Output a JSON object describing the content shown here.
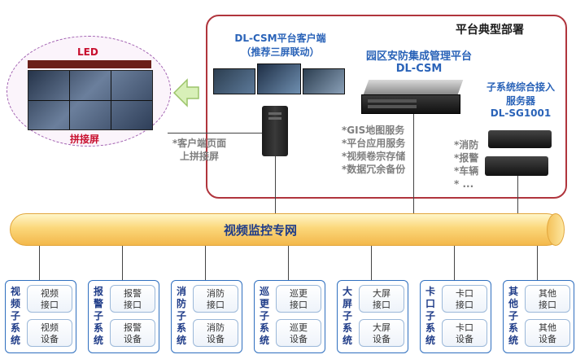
{
  "platform": {
    "title": "平台典型部署",
    "client_title_1": "DL-CSM平台客户端",
    "client_title_2": "（推荐三屏联动）",
    "csm_title_1": "园区安防集成管理平台",
    "csm_title_2": "DL-CSM",
    "csm_features": [
      "*GIS地图服务",
      "*平台应用服务",
      "*视频卷宗存储",
      "*数据冗余备份"
    ],
    "sg_title_1": "子系统综合接入",
    "sg_title_2": "服务器",
    "sg_title_3": "DL-SG1001",
    "sg_features": [
      "*消防",
      "*报警",
      "*车辆",
      "* ..."
    ]
  },
  "led": {
    "label": "LED",
    "wall_label": "拼接屏"
  },
  "client_note": [
    "*客户端页面",
    "上拼接屏"
  ],
  "network": {
    "label": "视频监控专网"
  },
  "subsystems": [
    {
      "name": "视频子系统",
      "items": [
        "视频\n接口",
        "视频\n设备"
      ]
    },
    {
      "name": "报警子系统",
      "items": [
        "报警\n接口",
        "报警\n设备"
      ]
    },
    {
      "name": "消防子系统",
      "items": [
        "消防\n接口",
        "消防\n设备"
      ]
    },
    {
      "name": "巡更子系统",
      "items": [
        "巡更\n接口",
        "巡更\n设备"
      ]
    },
    {
      "name": "大屏子系统",
      "items": [
        "大屏\n接口",
        "大屏\n设备"
      ]
    },
    {
      "name": "卡口子系统",
      "items": [
        "卡口\n接口",
        "卡口\n设备"
      ]
    },
    {
      "name": "其他子系统",
      "items": [
        "其他\n接口",
        "其他\n设备"
      ]
    }
  ],
  "colors": {
    "accent_red": "#b0353d",
    "title_blue": "#2a63b8",
    "box_blue": "#2f6fbf",
    "pipe": "#f3b84b"
  }
}
